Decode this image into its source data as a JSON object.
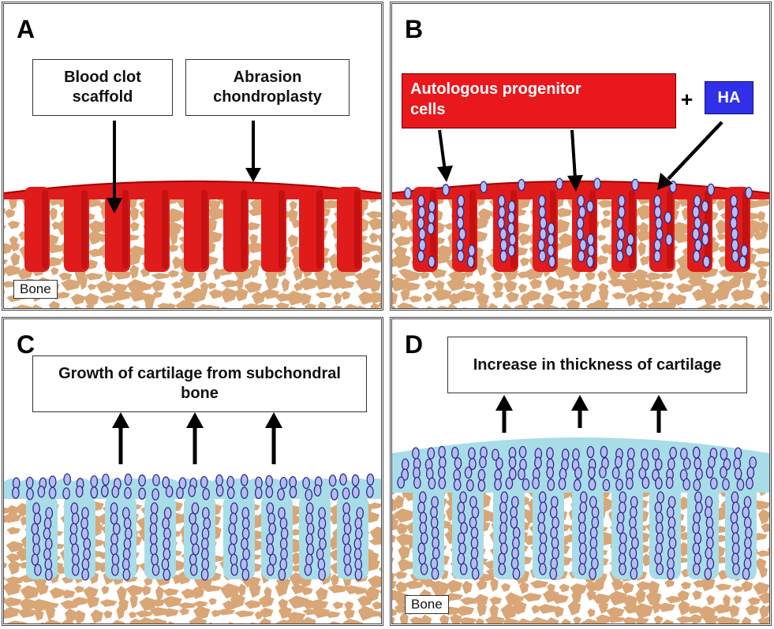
{
  "panels": {
    "a": {
      "letter": "A",
      "label_left": "Blood clot scaffold",
      "label_right": "Abrasion chondroplasty",
      "bone": "Bone"
    },
    "b": {
      "letter": "B",
      "label_cells": "Autologous progenitor cells",
      "plus": "+",
      "label_ha": "HA"
    },
    "c": {
      "letter": "C",
      "label": "Growth of cartilage from subchondral bone"
    },
    "d": {
      "letter": "D",
      "label": "Increase in thickness of cartilage",
      "bone": "Bone"
    }
  },
  "colors": {
    "bone": "#d9a677",
    "blood": "#e01b1b",
    "cartilage": "#a8dde8",
    "cell_fill": "#b6bcf2",
    "cell_stroke": "#2a2a8a",
    "ha_box": "#3030e8",
    "cells_box": "#e8181c"
  }
}
